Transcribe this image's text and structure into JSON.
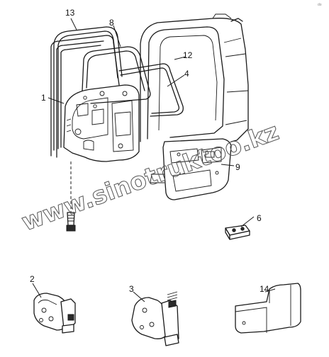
{
  "corner_mark": "do",
  "watermark_text": "www.sinotruktoo.kz",
  "callouts": [
    "1",
    "2",
    "3",
    "4",
    "6",
    "8",
    "9",
    "12",
    "13",
    "14"
  ]
}
